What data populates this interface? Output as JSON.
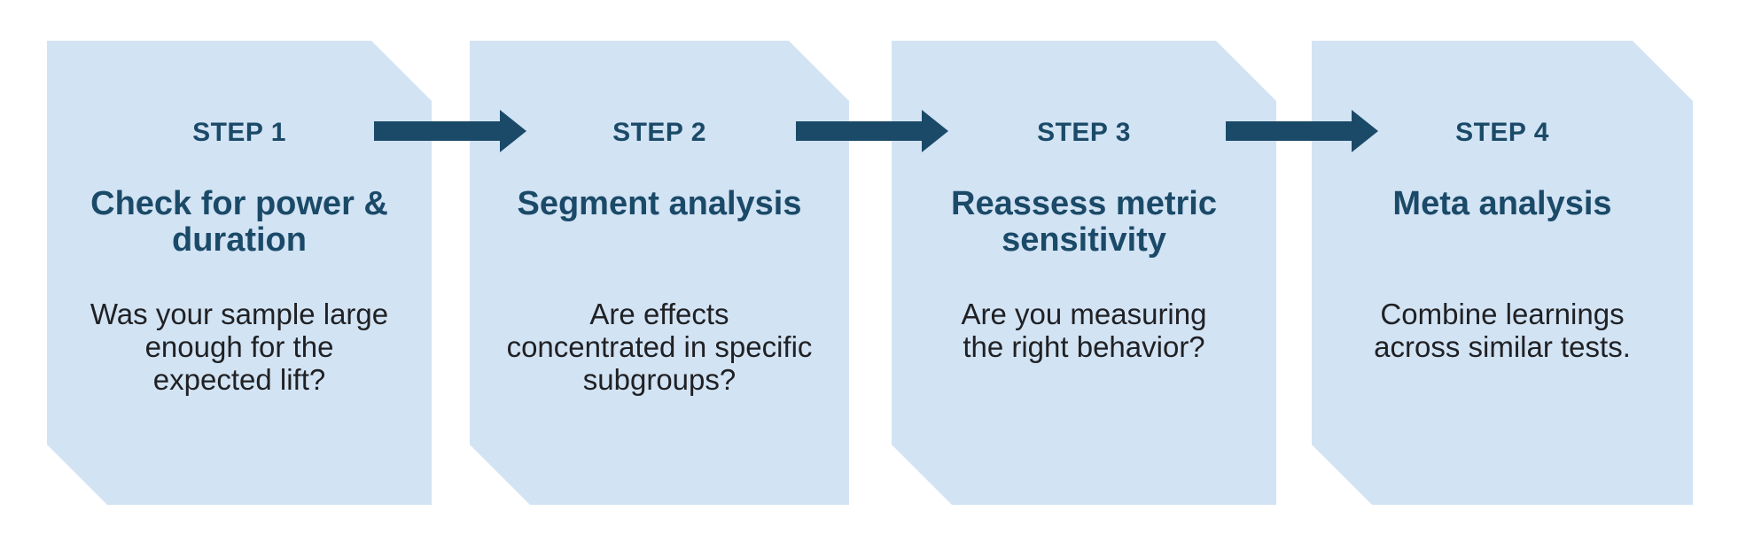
{
  "page": {
    "background": "#ffffff"
  },
  "colors": {
    "card_bg": "#d2e3f4",
    "accent": "#1b4a68",
    "body_text": "#202124"
  },
  "steps": [
    {
      "step_label": "STEP 1",
      "title": "Check for power &\nduration",
      "description": "Was your sample large\nenough for the\nexpected lift?"
    },
    {
      "step_label": "STEP 2",
      "title": "Segment analysis",
      "description": "Are effects\nconcentrated in specific\nsubgroups?"
    },
    {
      "step_label": "STEP 3",
      "title": "Reassess metric\nsensitivity",
      "description": "Are you measuring\nthe right behavior?"
    },
    {
      "step_label": "STEP 4",
      "title": "Meta analysis",
      "description": "Combine learnings\nacross similar tests."
    }
  ],
  "arrows": [
    {
      "icon": "arrow-right"
    },
    {
      "icon": "arrow-right"
    },
    {
      "icon": "arrow-right"
    }
  ]
}
